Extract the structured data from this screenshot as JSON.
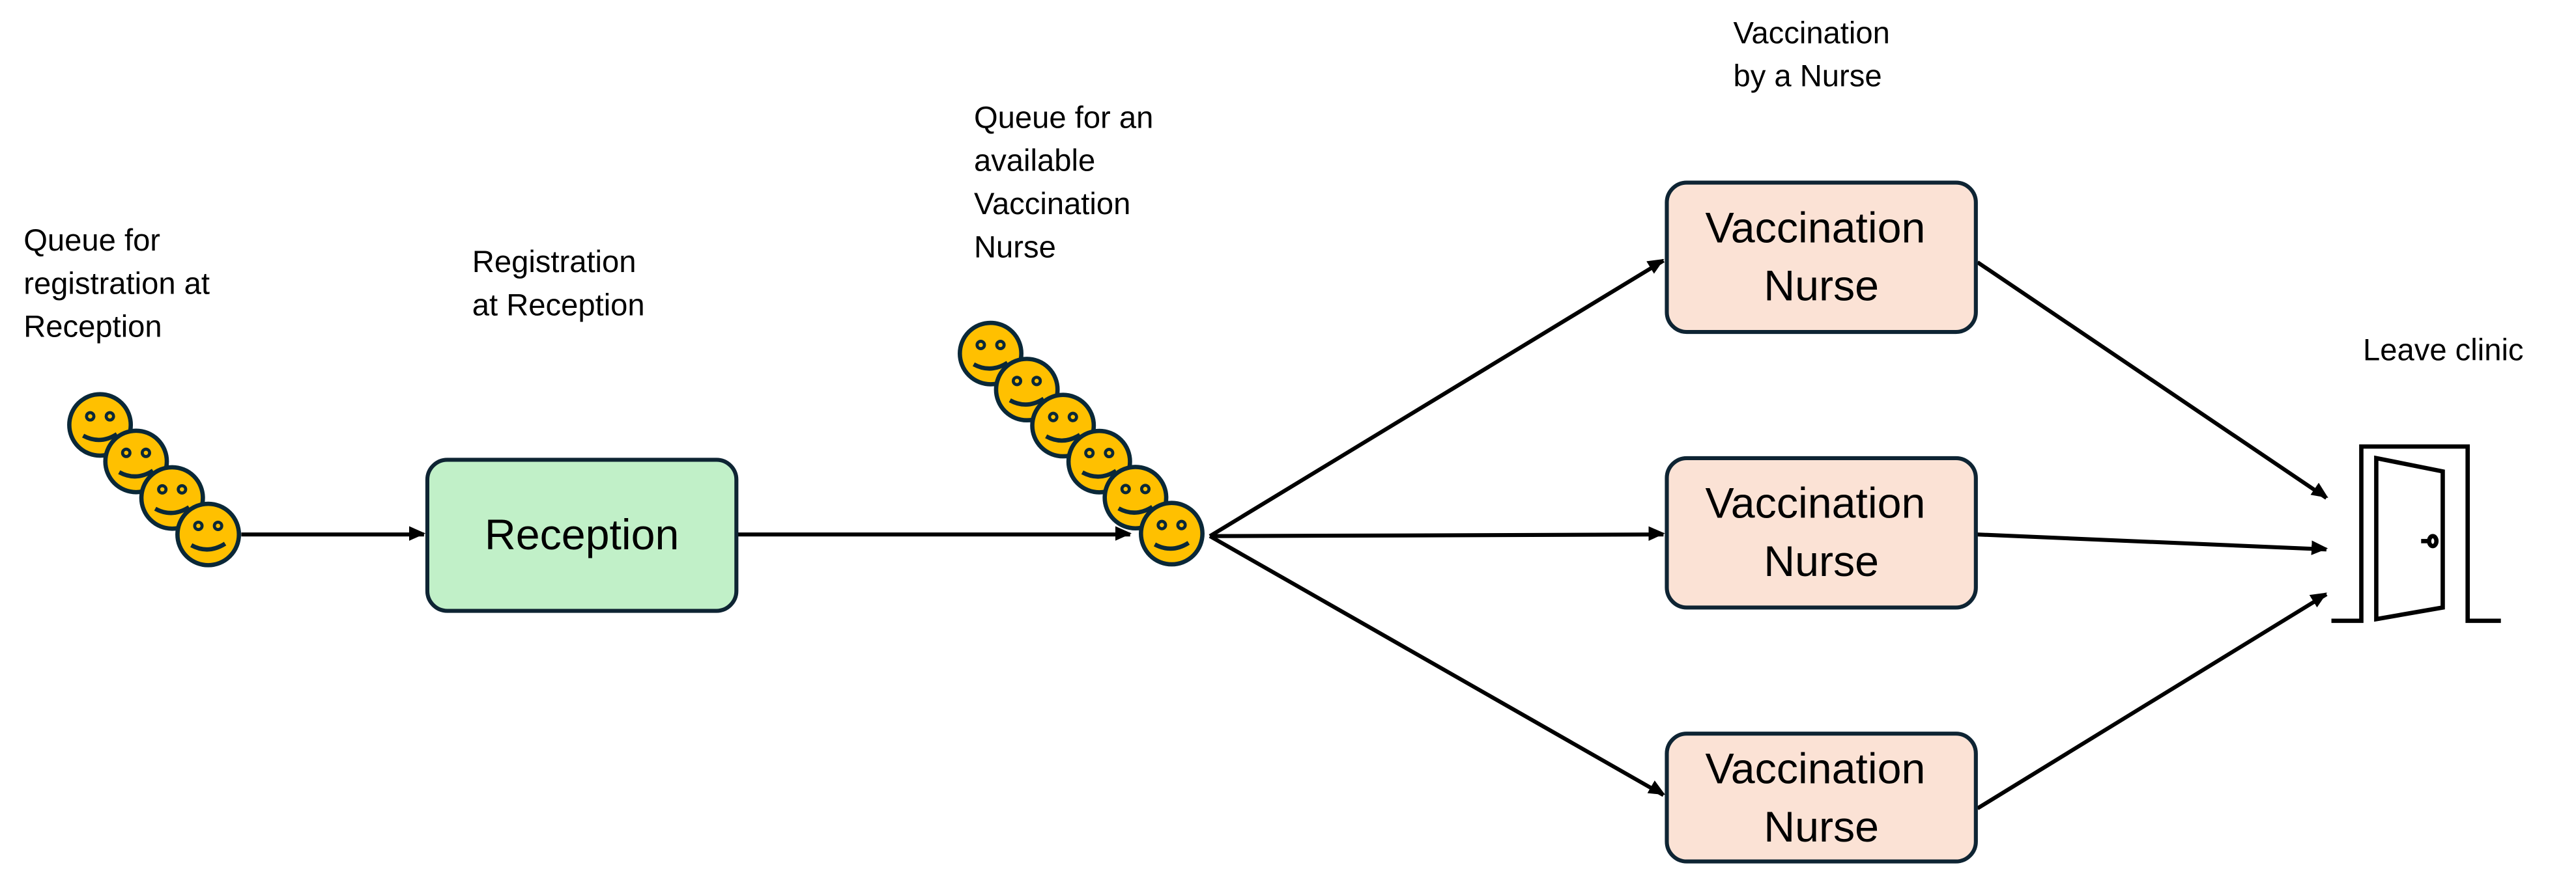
{
  "labels": {
    "queue_reception": [
      "Queue for",
      "registration at",
      "Reception"
    ],
    "registration": [
      "Registration",
      "at Reception"
    ],
    "queue_nurse": [
      "Queue for an",
      "available",
      "Vaccination",
      "Nurse"
    ],
    "vaccination": [
      "Vaccination",
      "by a Nurse"
    ],
    "leave": "Leave clinic"
  },
  "boxes": {
    "reception": "Reception",
    "nurses": [
      [
        "Vaccination",
        "Nurse"
      ],
      [
        "Vaccination",
        "Nurse"
      ],
      [
        "Vaccination",
        "Nurse"
      ]
    ]
  },
  "queues": {
    "reception_count": 4,
    "nurse_count": 6
  },
  "icons": {
    "person": "smiley-face-icon",
    "exit": "door-icon",
    "arrow": "arrow-head"
  },
  "colors": {
    "reception_fill": "#C1F0C8",
    "nurse_fill": "#FBE2D5",
    "box_stroke": "#0E2433",
    "smiley_fill": "#FFC000",
    "smiley_stroke": "#0A2838",
    "line": "#000000"
  }
}
